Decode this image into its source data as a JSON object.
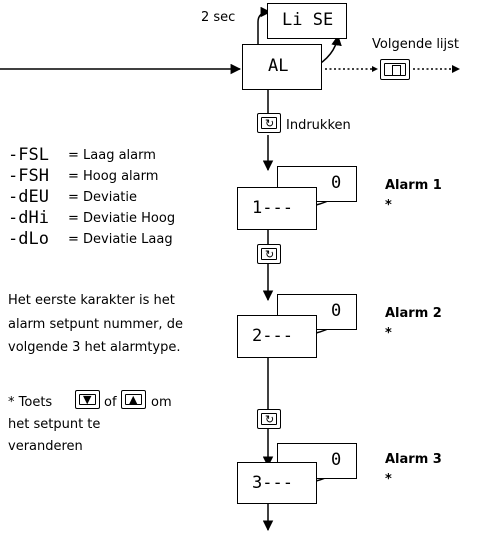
{
  "top": {
    "hold_label": "2 sec",
    "list_display": "Li SE",
    "al_display": "AL",
    "next_list_label": "Volgende lijst",
    "press_label": "Indrukken"
  },
  "legend": [
    {
      "code": "-FSL",
      "desc": "= Laag alarm"
    },
    {
      "code": "-FSH",
      "desc": "= Hoog alarm"
    },
    {
      "code": "-dEU",
      "desc": "= Deviatie"
    },
    {
      "code": "-dHi",
      "desc": "= Deviatie Hoog"
    },
    {
      "code": "-dLo",
      "desc": "= Deviatie Laag"
    }
  ],
  "explanation_lines": [
    "Het eerste karakter is het",
    "alarm setpunt nummer, de",
    "volgende 3 het alarmtype."
  ],
  "keys_note": {
    "prefix": "* Toets",
    "middle": "of",
    "suffix": "om",
    "line2": "het setpunt te",
    "line3": "veranderen"
  },
  "alarms": [
    {
      "title": "Alarm 1",
      "star": "*",
      "value": "0",
      "code": "1---"
    },
    {
      "title": "Alarm 2",
      "star": "*",
      "value": "0",
      "code": "2---"
    },
    {
      "title": "Alarm 3",
      "star": "*",
      "value": "0",
      "code": "3---"
    }
  ],
  "icons": {
    "page_key": "page-key-icon",
    "scroll_key": "scroll-key-icon",
    "down_key": "down-arrow-key-icon",
    "up_key": "up-arrow-key-icon"
  }
}
